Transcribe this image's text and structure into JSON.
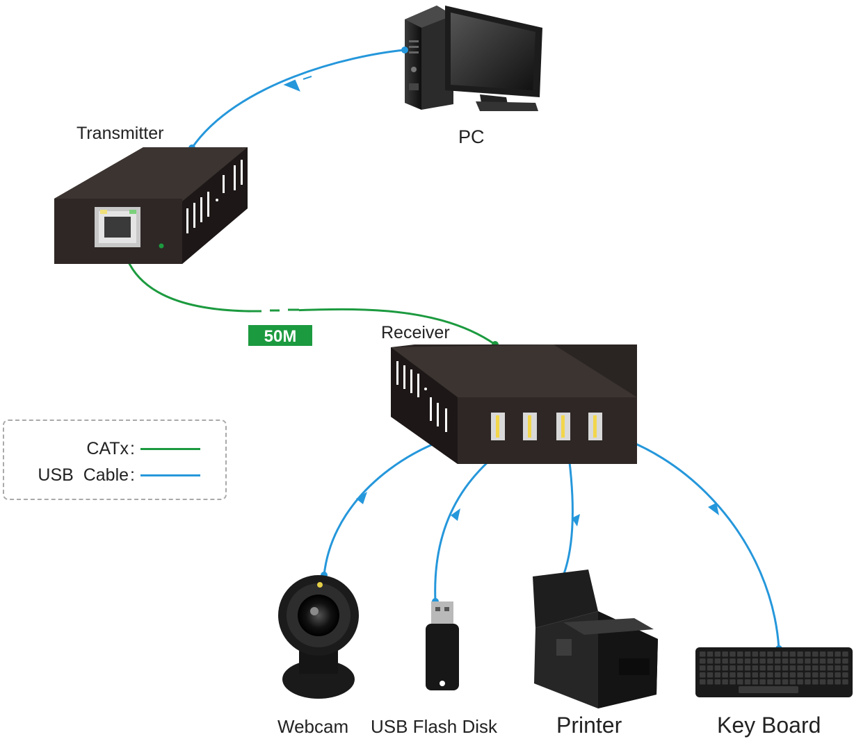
{
  "labels": {
    "pc": "PC",
    "transmitter": "Transmitter",
    "receiver": "Receiver",
    "distance": "50M",
    "webcam": "Webcam",
    "usb_flash_disk": "USB Flash Disk",
    "printer": "Printer",
    "keyboard": "Key Board"
  },
  "legend": {
    "catx_label": "CATx",
    "usb_label": "USB  Cable",
    "separator": ":"
  },
  "colors": {
    "catx": "#1c9a3f",
    "usb": "#2597db",
    "device_body": "#2a2423",
    "badge": "#1c9a3f"
  }
}
